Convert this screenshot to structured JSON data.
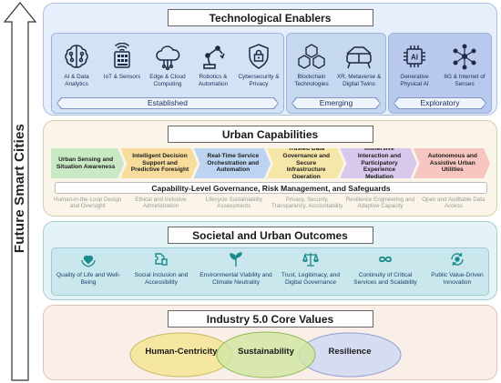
{
  "side_label": "Future Smart Cities",
  "colors": {
    "section1": "#e6effb",
    "section2": "#faf5e8",
    "section3": "#e4f4f6",
    "section4": "#faeee8",
    "venn_human": "#f4e59a",
    "venn_sustain": "#cfe6a0",
    "venn_resil": "#cfd8f2"
  },
  "tech": {
    "title": "Technological Enablers",
    "groups": [
      {
        "label": "Established",
        "items": [
          {
            "label": "AI & Data Analytics",
            "icon": "brain-chip-icon"
          },
          {
            "label": "IoT & Sensors",
            "icon": "iot-sensors-icon"
          },
          {
            "label": "Edge & Cloud Computing",
            "icon": "cloud-icon"
          },
          {
            "label": "Robotics & Automation",
            "icon": "robot-arm-icon"
          },
          {
            "label": "Cybersecurity & Privacy",
            "icon": "shield-lock-icon"
          }
        ]
      },
      {
        "label": "Emerging",
        "items": [
          {
            "label": "Blockchain Technologies",
            "icon": "blockchain-icon"
          },
          {
            "label": "XR, Metaverse & Digital Twins",
            "icon": "vr-headset-icon"
          }
        ]
      },
      {
        "label": "Exploratory",
        "items": [
          {
            "label": "Generative Physical AI",
            "icon": "ai-chip-icon"
          },
          {
            "label": "6G & Internet of Senses",
            "icon": "network-nodes-icon"
          }
        ]
      }
    ]
  },
  "capabilities": {
    "title": "Urban Capabilities",
    "items": [
      {
        "label": "Urban Sensing and Situation Awareness",
        "color": "#c9e8c4"
      },
      {
        "label": "Intelligent Decision Support and Predictive Foresight",
        "color": "#f7dc9c"
      },
      {
        "label": "Real-Time Service Orchestration and Automation",
        "color": "#bcd4f1"
      },
      {
        "label": "Trusted Data Governance and Secure Infrastructure Operation",
        "color": "#f6e7a8"
      },
      {
        "label": "Immersive Interaction and Participatory Experience Mediation",
        "color": "#d8c8ec"
      },
      {
        "label": "Autonomous and Assistive Urban Utilities",
        "color": "#f7c6c0"
      }
    ],
    "governance_title": "Capability-Level Governance, Risk Management, and Safeguards",
    "governance_items": [
      "Human-in-the-Loop Design and Oversight",
      "Ethical and Inclusive Administration",
      "Lifecycle Sustainability Assessments",
      "Privacy, Security, Transparency, Accountability",
      "Resilience Engineering and Adaptive Capacity",
      "Open and Auditable Data Access"
    ]
  },
  "outcomes": {
    "title": "Societal and Urban Outcomes",
    "items": [
      {
        "label": "Quality of Life and Well-Being",
        "icon": "heart-hands-icon"
      },
      {
        "label": "Social Inclusion and Accessibility",
        "icon": "puzzle-icon"
      },
      {
        "label": "Environmental Viability and Climate Neutrality",
        "icon": "plant-icon"
      },
      {
        "label": "Trust, Legitimacy, and Digital Governance",
        "icon": "scales-icon"
      },
      {
        "label": "Continuity of Critical Services and Scalability",
        "icon": "infinity-icon"
      },
      {
        "label": "Public Value-Driven Innovation",
        "icon": "cycle-icon"
      }
    ]
  },
  "values": {
    "title": "Industry 5.0 Core Values",
    "items": [
      "Human-Centricity",
      "Sustainability",
      "Resilience"
    ]
  }
}
